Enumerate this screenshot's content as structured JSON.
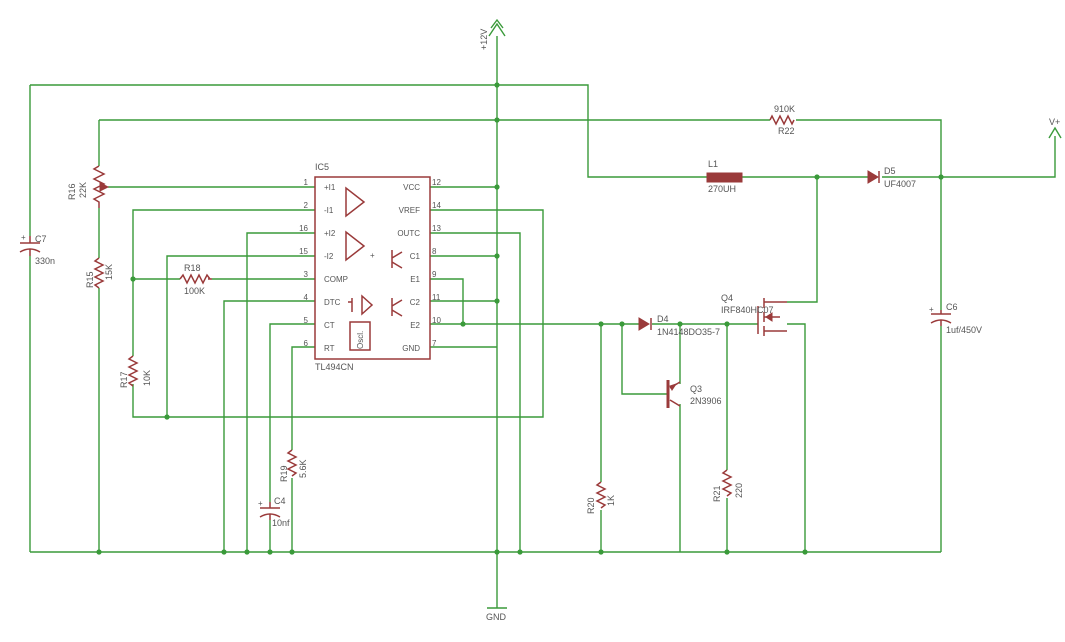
{
  "supply": {
    "vcc": "+12V",
    "gnd": "GND",
    "vout": "V+"
  },
  "ic": {
    "ref": "IC5",
    "part": "TL494CN",
    "left_pins": [
      {
        "num": "1",
        "name": "+I1"
      },
      {
        "num": "2",
        "name": "-I1"
      },
      {
        "num": "16",
        "name": "+I2"
      },
      {
        "num": "15",
        "name": "-I2"
      },
      {
        "num": "3",
        "name": "COMP"
      },
      {
        "num": "4",
        "name": "DTC"
      },
      {
        "num": "5",
        "name": "CT"
      },
      {
        "num": "6",
        "name": "RT"
      }
    ],
    "right_pins": [
      {
        "num": "12",
        "name": "VCC"
      },
      {
        "num": "14",
        "name": "VREF"
      },
      {
        "num": "13",
        "name": "OUTC"
      },
      {
        "num": "8",
        "name": "C1"
      },
      {
        "num": "9",
        "name": "E1"
      },
      {
        "num": "11",
        "name": "C2"
      },
      {
        "num": "10",
        "name": "E2"
      },
      {
        "num": "7",
        "name": "GND"
      }
    ],
    "osc_label": "Oscl."
  },
  "components": {
    "r22": {
      "ref": "R22",
      "value": "910K"
    },
    "r16": {
      "ref": "R16",
      "value": "22K"
    },
    "r15": {
      "ref": "R15",
      "value": "15K"
    },
    "r17": {
      "ref": "R17",
      "value": "10K"
    },
    "r18": {
      "ref": "R18",
      "value": "100K"
    },
    "r19": {
      "ref": "R19",
      "value": "5.6K"
    },
    "r20": {
      "ref": "R20",
      "value": "1K"
    },
    "r21": {
      "ref": "R21",
      "value": "220"
    },
    "c7": {
      "ref": "C7",
      "value": "330n"
    },
    "c4": {
      "ref": "C4",
      "value": "10nf"
    },
    "c6": {
      "ref": "C6",
      "value": "1uf/450V"
    },
    "l1": {
      "ref": "L1",
      "value": "270UH"
    },
    "d5": {
      "ref": "D5",
      "value": "UF4007"
    },
    "d4": {
      "ref": "D4",
      "value": "1N4148DO35-7"
    },
    "q3": {
      "ref": "Q3",
      "value": "2N3906"
    },
    "q4": {
      "ref": "Q4",
      "value": "IRF840HC07"
    }
  },
  "colors": {
    "wire": "#3a9a3a",
    "part": "#9a3a3a",
    "text": "#555555"
  }
}
